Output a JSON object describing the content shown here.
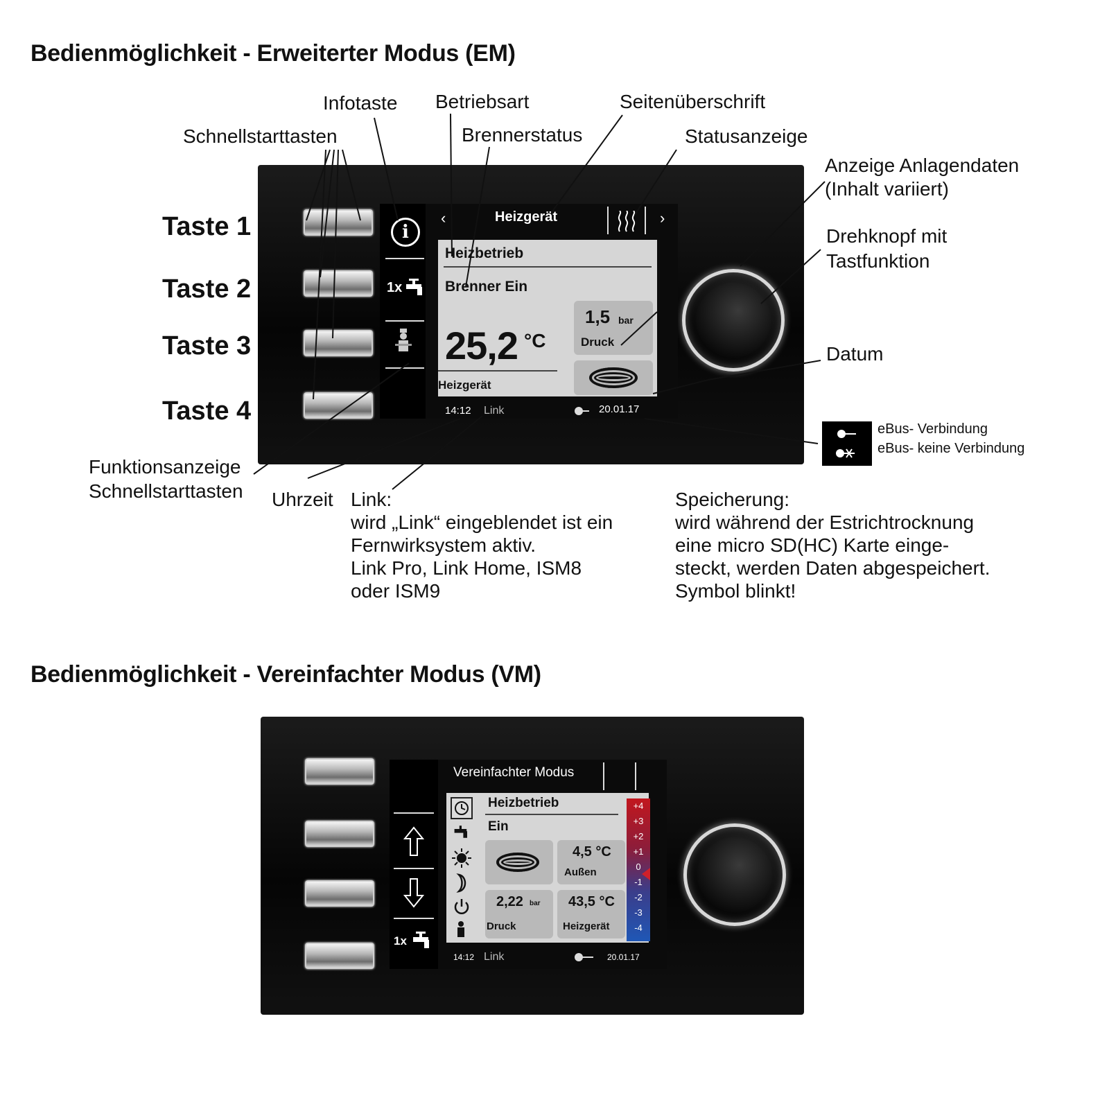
{
  "em": {
    "heading": "Bedienmöglichkeit - Erweiterter Modus (EM)",
    "callouts": {
      "infotaste": "Infotaste",
      "betriebsart": "Betriebsart",
      "seitenueberschrift": "Seitenüberschrift",
      "schnellstarttasten": "Schnellstarttasten",
      "brennerstatus": "Brennerstatus",
      "statusanzeige": "Statusanzeige",
      "anlagendaten_1": "Anzeige Anlagendaten",
      "anlagendaten_2": "(Inhalt variiert)",
      "drehknopf_1": "Drehknopf mit",
      "drehknopf_2": "Tastfunktion",
      "datum": "Datum",
      "funktionsanzeige_1": "Funktionsanzeige",
      "funktionsanzeige_2": "Schnellstarttasten",
      "uhrzeit": "Uhrzeit"
    },
    "taste_labels": [
      "Taste 1",
      "Taste 2",
      "Taste 3",
      "Taste 4"
    ],
    "screen": {
      "title": "Heizgerät",
      "nav_prev": "‹",
      "nav_next": "›",
      "side_dhw": "1x",
      "operating_mode": "Heizbetrieb",
      "burner_status": "Brenner Ein",
      "temperature": "25,2",
      "temperature_unit": "°C",
      "temperature_label": "Heizgerät",
      "pressure": "1,5",
      "pressure_unit": "bar",
      "pressure_label": "Druck",
      "time": "14:12",
      "link": "Link",
      "date": "20.01.17"
    },
    "ebus": {
      "connected": "eBus- Verbindung",
      "disconnected": "eBus- keine Verbindung"
    },
    "link_text": [
      "Link:",
      "wird „Link“ eingeblendet ist ein",
      "Fernwirksystem aktiv.",
      "Link Pro, Link Home, ISM8",
      "oder ISM9"
    ],
    "speicherung_text": [
      "Speicherung:",
      "wird während der Estrichtrocknung",
      "eine micro SD(HC) Karte einge-",
      "steckt, werden Daten abgespeichert.",
      "Symbol blinkt!"
    ]
  },
  "vm": {
    "heading": "Bedienmöglichkeit - Vereinfachter Modus (VM)",
    "screen": {
      "title": "Vereinfachter Modus",
      "side_dhw": "1x",
      "operating_mode": "Heizbetrieb",
      "status": "Ein",
      "outside_temp": "4,5 °C",
      "outside_label": "Außen",
      "pressure": "2,22",
      "pressure_unit": "bar",
      "pressure_label": "Druck",
      "boiler_temp": "43,5 °C",
      "boiler_label": "Heizgerät",
      "scale": [
        "+4",
        "+3",
        "+2",
        "+1",
        "0",
        "-1",
        "-2",
        "-3",
        "-4"
      ],
      "time": "14:12",
      "link": "Link",
      "date": "20.01.17"
    }
  },
  "colors": {
    "device_body": "#0a0a0a",
    "lcd_background": "#d6d6d6",
    "scale_top": "#c2171e",
    "scale_bottom": "#1f57b6",
    "pointer": "#d0202a"
  },
  "icons": [
    "info-icon",
    "tap-icon",
    "chimney-sweep-icon",
    "heat-waves-icon",
    "flame-eye-icon",
    "ebus-plug-icon",
    "clock-icon",
    "sun-icon",
    "moon-icon",
    "power-icon",
    "arrow-up-icon",
    "arrow-down-icon"
  ]
}
